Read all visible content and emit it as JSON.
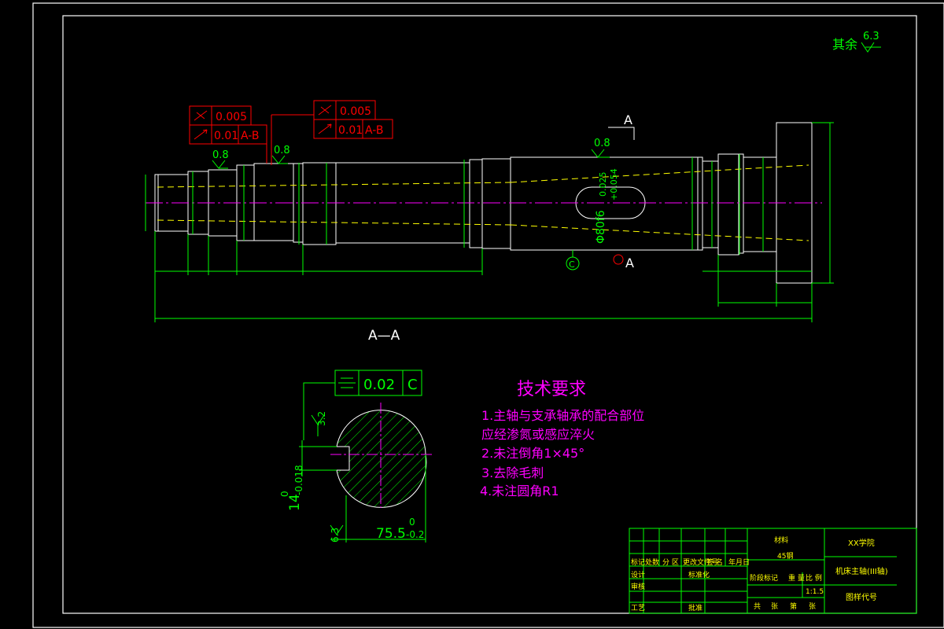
{
  "colors": {
    "background": "#000000",
    "frame": "#ffffff",
    "shaft": "#ffffff",
    "dimension": "#00ff00",
    "tolerance": "#ff0000",
    "hidden": "#ffff00",
    "centerline": "#ff00ff",
    "notes": "#ff00ff",
    "title_block": "#00ff00",
    "title_text": "#ffff00"
  },
  "surface_finish": {
    "default_label": "其余",
    "default_value": "6.3",
    "marks": [
      "0.8",
      "0.8",
      "0.8"
    ]
  },
  "tolerance_frames": [
    {
      "row1_symbol": "runout-icon",
      "row1_value": "0.005",
      "row2_symbol": "runout-arrow-icon",
      "row2_value": "0.01",
      "row2_datum": "A-B"
    },
    {
      "row1_symbol": "runout-icon",
      "row1_value": "0.005",
      "row2_symbol": "runout-arrow-icon",
      "row2_value": "0.01",
      "row2_datum": "A-B"
    }
  ],
  "section": {
    "cut_label": "A",
    "view_title": "A—A",
    "datum_c": "C",
    "datum_a": "A",
    "symmetry_frame": {
      "value": "0.02",
      "datum": "C"
    },
    "dim_depth_value": "14",
    "dim_depth_upper": "0",
    "dim_depth_lower": "-0.018",
    "dim_width_value": "75.5",
    "dim_width_upper": "0",
    "dim_width_lower": "-0.2",
    "roughness_top": "3.2",
    "roughness_bottom": "6.3"
  },
  "shaft_labels": {
    "keyway_tol": "0.025",
    "keyway_tol2": "+0.054",
    "keyway_dia": "Φ80f6"
  },
  "tech_requirements": {
    "title": "技术要求",
    "items": [
      "1.主轴与支承轴承的配合部位",
      "  应经渗氮或感应淬火",
      "2.未注倒角1×45°",
      "3.去除毛刺",
      "4.未注圆角R1"
    ]
  },
  "title_block": {
    "school": "XX学院",
    "part_name": "机床主轴(III轴)",
    "drawing_no": "图样代号",
    "material_label": "材料",
    "material": "45钢",
    "scale": "1:1.5",
    "headers": [
      "标记",
      "处数",
      "分 区",
      "更改文件号",
      "签 名",
      "年月日"
    ],
    "rows": [
      "设计",
      "审核",
      "工艺"
    ],
    "std_label": "标准化",
    "approve_label": "批准",
    "stage_label": "阶段标记",
    "weight_label": "重 量",
    "ratio_label": "比 例",
    "sheet_labels": [
      "共",
      "张",
      "第",
      "张"
    ]
  }
}
